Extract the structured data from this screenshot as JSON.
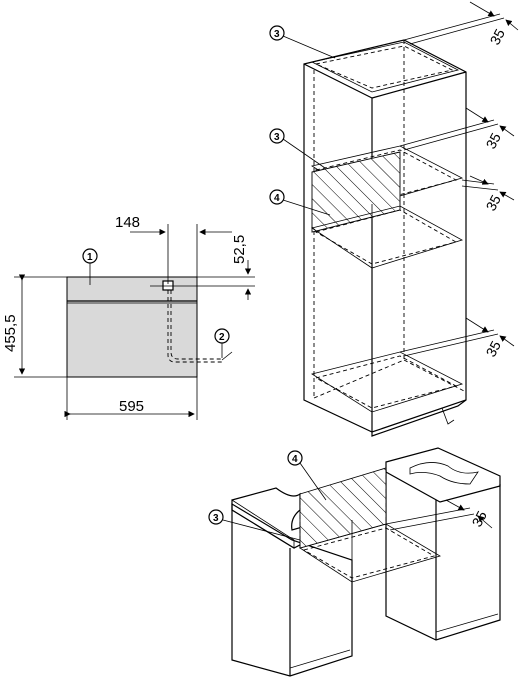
{
  "oven": {
    "width_label": "595",
    "height_label": "455,5",
    "offset_label": "148",
    "height_offset_label": "52,5"
  },
  "callouts": {
    "c1": "1",
    "c2": "2",
    "c3": "3",
    "c4": "4"
  },
  "gap_label": "35"
}
